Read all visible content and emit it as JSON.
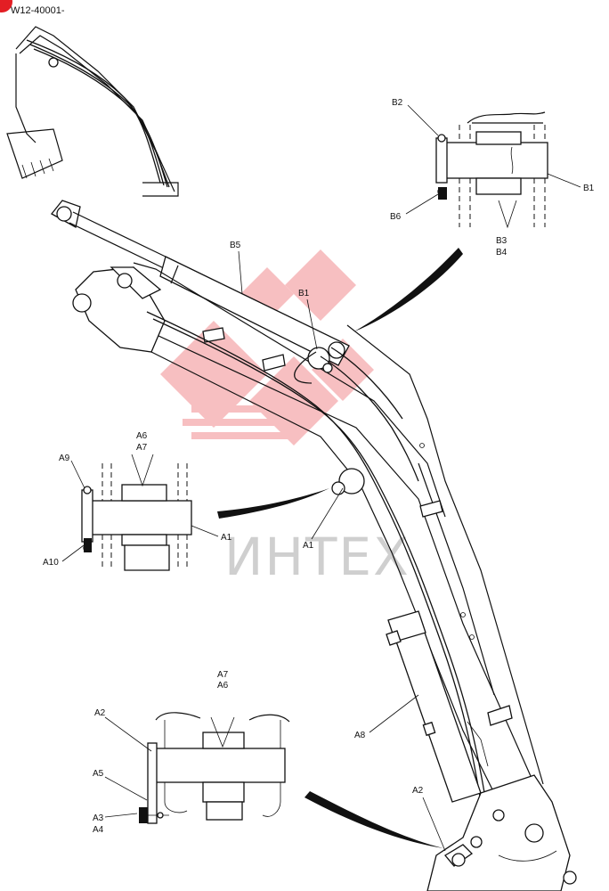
{
  "header": {
    "code": "W12-40001-"
  },
  "badge": {
    "color": "#e31e24"
  },
  "watermark": {
    "text": "ИНТЕХ",
    "color": "#e31e24"
  },
  "callouts": {
    "b1_detail": "B1",
    "b2": "B2",
    "b6": "B6",
    "b3": "B3",
    "b4": "B4",
    "b5": "B5",
    "b1_main": "B1",
    "a6_top": "A6",
    "a7_top": "A7",
    "a9": "A9",
    "a1_detail": "A1",
    "a10": "A10",
    "a1_main": "A1",
    "a7_bottom": "A7",
    "a6_bottom": "A6",
    "a2_detail": "A2",
    "a5": "A5",
    "a3": "A3",
    "a4": "A4",
    "a8": "A8",
    "a2_main": "A2"
  }
}
